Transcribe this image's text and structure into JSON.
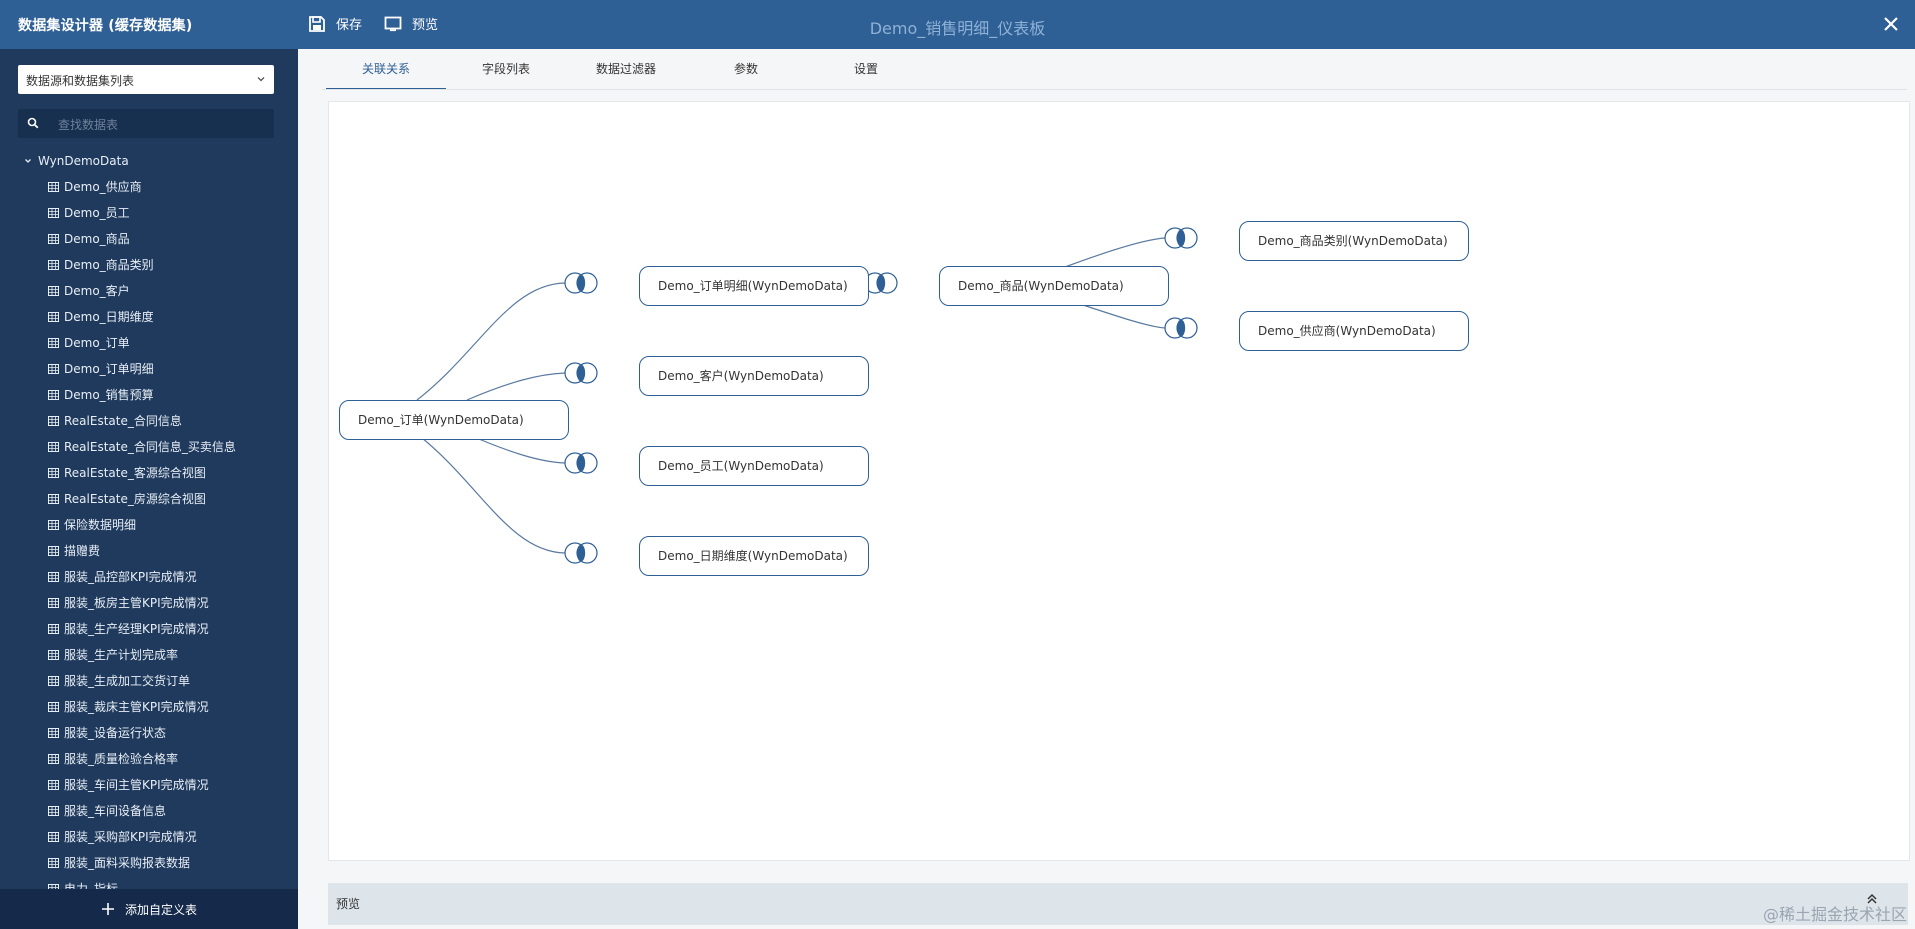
{
  "app": {
    "title": "数据集设计器 (缓存数据集)",
    "document_title": "Demo_销售明细_仪表板"
  },
  "toolbar": {
    "save_label": "保存",
    "preview_label": "预览"
  },
  "sidebar": {
    "source_select": "数据源和数据集列表",
    "search_placeholder": "查找数据表",
    "root": "WynDemoData",
    "items": [
      "Demo_供应商",
      "Demo_员工",
      "Demo_商品",
      "Demo_商品类别",
      "Demo_客户",
      "Demo_日期维度",
      "Demo_订单",
      "Demo_订单明细",
      "Demo_销售预算",
      "RealEstate_合同信息",
      "RealEstate_合同信息_买卖信息",
      "RealEstate_客源综合视图",
      "RealEstate_房源综合视图",
      "保险数据明细",
      "描赠费",
      "服装_品控部KPI完成情况",
      "服装_板房主管KPI完成情况",
      "服装_生产经理KPI完成情况",
      "服装_生产计划完成率",
      "服装_生成加工交货订单",
      "服装_裁床主管KPI完成情况",
      "服装_设备运行状态",
      "服装_质量检验合格率",
      "服装_车间主管KPI完成情况",
      "服装_车间设备信息",
      "服装_采购部KPI完成情况",
      "服装_面料采购报表数据",
      "电力_指标"
    ],
    "add_custom_label": "添加自定义表"
  },
  "tabs": [
    "关联关系",
    "字段列表",
    "数据过滤器",
    "参数",
    "设置"
  ],
  "diagram": {
    "nodes": {
      "orders": "Demo_订单(WynDemoData)",
      "order_detail": "Demo_订单明细(WynDemoData)",
      "customer": "Demo_客户(WynDemoData)",
      "employee": "Demo_员工(WynDemoData)",
      "date_dim": "Demo_日期维度(WynDemoData)",
      "product": "Demo_商品(WynDemoData)",
      "category": "Demo_商品类别(WynDemoData)",
      "supplier": "Demo_供应商(WynDemoData)"
    },
    "colors": {
      "accent": "#2e5f95"
    }
  },
  "preview": {
    "label": "预览"
  },
  "watermark": "@稀土掘金技术社区"
}
